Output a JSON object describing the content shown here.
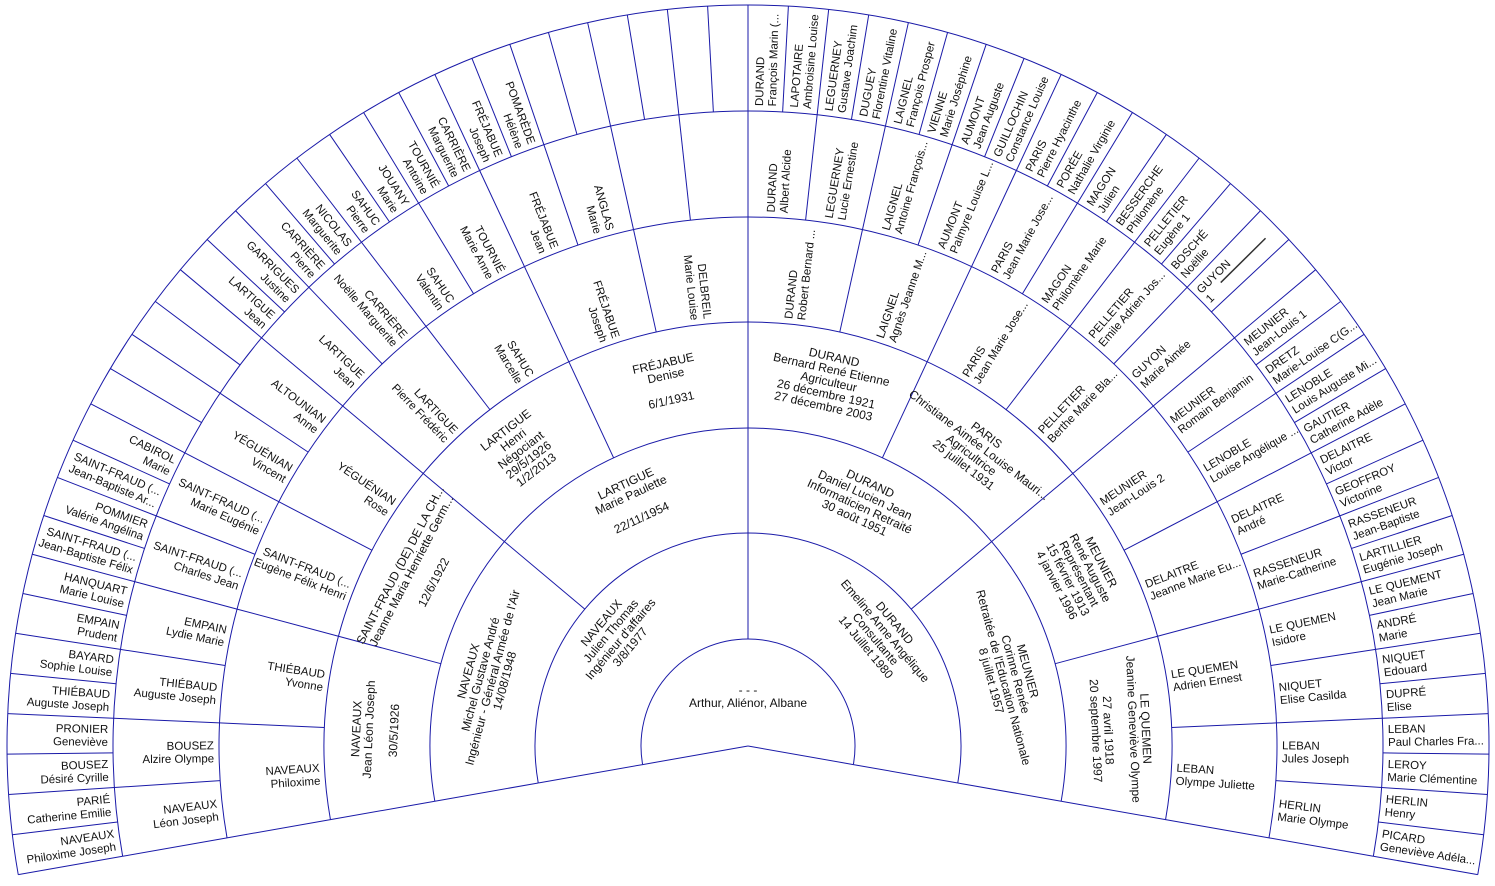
{
  "colors": {
    "lines": "#1a1aa8",
    "text": "#111111"
  },
  "center": {
    "line1": "- - -",
    "line2": "Arthur, Aliénor, Albane"
  },
  "generations": {
    "1": [
      [
        "NAVEAUX",
        "Julien Thomas",
        "Ingénieur d'affaires",
        "3/8/1977"
      ],
      [
        "DURAND",
        "Emeline Anne Angélique",
        "Consultante",
        "14 Juillet 1980"
      ]
    ],
    "2": [
      [
        "NAVEAUX",
        "Michel Gustave André",
        "Ingénieur - Général Armée de l'Air",
        "14/08/1948"
      ],
      [
        "LARTIGUE",
        "Marie Paulette",
        "",
        "22/11/1954"
      ],
      [
        "DURAND",
        "Daniel Lucien Jean",
        "Informaticien Retraité",
        "30 août 1951"
      ],
      [
        "MEUNIER",
        "Corinne Renée",
        "Retraitée de l'Education Nationale",
        "8 juillet 1957"
      ]
    ],
    "3": [
      [
        "NAVEAUX",
        "Jean Léon Joseph",
        "",
        "30/5/1926"
      ],
      [
        "SAINT-FRAUD (DE) DE LA CH...",
        "Jeanne Maria Henriette Germ...",
        "",
        "12/6/1922"
      ],
      [
        "LARTIGUE",
        "Henri",
        "Négociant",
        "29/5/1926",
        "1/2/2013"
      ],
      [
        "FRÉJABUE",
        "Denise",
        "",
        "6/1/1931"
      ],
      [
        "DURAND",
        "Bernard René Etienne",
        "Agriculteur",
        "26 décembre 1921",
        "27 décembre 2003"
      ],
      [
        "PARIS",
        "Christiane Aimée Louise Mauri...",
        "Agricultrice",
        "25 juillet 1931"
      ],
      [
        "MEUNIER",
        "René Auguste",
        "Représentant",
        "15 février 1913",
        "4 janvier 1996"
      ],
      [
        "LE QUEMEN",
        "Jeanine Geneviève Olympe",
        "",
        "27 avril 1918",
        "20 septembre 1997"
      ]
    ],
    "4": [
      [
        "NAVEAUX",
        "Philoxime"
      ],
      [
        "THIÉBAUD",
        "Yvonne"
      ],
      [
        "SAINT-FRAUD (...",
        "Eugène Félix Henri"
      ],
      [
        "YÉGUÉNIAN",
        "Rose"
      ],
      [
        "LARTIGUE",
        "Pierre Frédéric"
      ],
      [
        "SAHUC",
        "Marcelle"
      ],
      [
        "FRÉJABUE",
        "Joseph"
      ],
      [
        "DELBREIL",
        "Marie Louise"
      ],
      [
        "DURAND",
        "Robert Bernard ..."
      ],
      [
        "LAIGNEL",
        "Agnès Jeanne M..."
      ],
      [
        "PARIS",
        "Jean Marie Jose..."
      ],
      [
        "PELLETIER",
        "Berthe Marie Bla..."
      ],
      [
        "MEUNIER",
        "Jean-Louis 2"
      ],
      [
        "DELAITRE",
        "Jeanne Marie Eu..."
      ],
      [
        "LE QUEMEN",
        "Adrien Ernest"
      ],
      [
        "LEBAN",
        "Olympe Juliette"
      ]
    ],
    "5": [
      [
        "NAVEAUX",
        "Léon Joseph"
      ],
      [
        "BOUSEZ",
        "Alzire Olympe"
      ],
      [
        "THIÉBAUD",
        "Auguste Joseph"
      ],
      [
        "EMPAIN",
        "Lydie Marie"
      ],
      [
        "SAINT-FRAUD (...",
        "Charles Jean"
      ],
      [
        "SAINT-FRAUD (...",
        "Marie Eugénie"
      ],
      [
        "YÉGUÉNIAN",
        "Vincent"
      ],
      [
        "ALTOUNIAN",
        "Anne"
      ],
      [
        "LARTIGUE",
        "Jean"
      ],
      [
        "CARRIÈRE",
        "Noëlle Marguerite"
      ],
      [
        "SAHUC",
        "Valentin"
      ],
      [
        "TOURNIÉ",
        "Marie Anne"
      ],
      [
        "FRÉJABUE",
        "Jean"
      ],
      [
        "ANGLAS",
        "Marie"
      ],
      [],
      [],
      [
        "DURAND",
        "Albert Alcide"
      ],
      [
        "LEGUERNEY",
        "Lucie Ernestine"
      ],
      [
        "LAIGNEL",
        "Antoine François..."
      ],
      [
        "AUMONT",
        "Palmyre Louise L..."
      ],
      [
        "PARIS",
        "Jean Marie Jose..."
      ],
      [
        "MAGON",
        "Philomène Marie"
      ],
      [
        "PELLETIER",
        "Emile Adrien Jos..."
      ],
      [
        "GUYON",
        "Marie Aimée"
      ],
      [
        "MEUNIER",
        "Romain Benjamin"
      ],
      [
        "LENOBLE",
        "Louise Angélique ..."
      ],
      [
        "DELAITRE",
        "André"
      ],
      [
        "RASSENEUR",
        "Marie-Catherine"
      ],
      [
        "LE QUEMEN",
        "Isidore"
      ],
      [
        "NIQUET",
        "Elise Casilda"
      ],
      [
        "LEBAN",
        "Jules Joseph"
      ],
      [
        "HERLIN",
        "Marie Olympe"
      ]
    ],
    "6": [
      [
        "NAVEAUX",
        "Philoxime Joseph"
      ],
      [
        "PARIÉ",
        "Catherine Emilie"
      ],
      [
        "BOUSEZ",
        "Désiré Cyrille"
      ],
      [
        "PRONIER",
        "Geneviève"
      ],
      [
        "THIÉBAUD",
        "Auguste Joseph"
      ],
      [
        "BAYARD",
        "Sophie Louise"
      ],
      [
        "EMPAIN",
        "Prudent"
      ],
      [
        "HANQUART",
        "Marie Louise"
      ],
      [
        "SAINT-FRAUD (...",
        "Jean-Baptiste Félix"
      ],
      [
        "POMMIER",
        "Valérie Angélina"
      ],
      [
        "SAINT-FRAUD (...",
        "Jean-Baptiste Ar..."
      ],
      [
        "CABIROL",
        "Marie"
      ],
      [],
      [],
      [],
      [],
      [
        "LARTIGUE",
        "Jean"
      ],
      [
        "GARRIGUES",
        "Justine"
      ],
      [
        "CARRIÈRE",
        "Pierre"
      ],
      [
        "NICOLAS",
        "Marguerite"
      ],
      [
        "SAHUC",
        "Pierre"
      ],
      [
        "JOUANY",
        "Marie"
      ],
      [
        "TOURNIÉ",
        "Antoine"
      ],
      [
        "CARRIÈRE",
        "Marguerite"
      ],
      [
        "FRÉJABUE",
        "Joseph"
      ],
      [
        "POMARÈDE",
        "Hélène"
      ],
      [],
      [],
      [],
      [],
      [],
      [],
      [
        "DURAND",
        "François Marin (..."
      ],
      [
        "LAPOTAIRE",
        "Ambroisine Louise"
      ],
      [
        "LEGUERNEY",
        "Gustave Joachim"
      ],
      [
        "DUGUEY",
        "Florentine Vitaline"
      ],
      [
        "LAIGNEL",
        "François Prosper"
      ],
      [
        "VIENNE",
        "Marie Joséphine"
      ],
      [
        "AUMONT",
        "Jean Auguste"
      ],
      [
        "GUILLOCHIN",
        "Constance Louise"
      ],
      [
        "PARIS",
        "Pierre Hyacinthe"
      ],
      [
        "PORÉE",
        "Nathalie Virginie"
      ],
      [
        "MAGON",
        "Julien"
      ],
      [
        "BESSERCHE",
        "Philomène"
      ],
      [
        "PELLETIER",
        "Eugène 1"
      ],
      [
        "BOSCHÉ",
        "Noëllie"
      ],
      [
        "GUYON",
        "1"
      ],
      [],
      [
        "MEUNIER",
        "Jean-Louis 1"
      ],
      [
        "DRETZ",
        "Marie-Louise C(G..."
      ],
      [
        "LENOBLE",
        "Louis Auguste Mi..."
      ],
      [
        "GAUTIER",
        "Catherine Adèle"
      ],
      [
        "DELAITRE",
        "Victor"
      ],
      [
        "GEOFFROY",
        "Victorine"
      ],
      [
        "RASSENEUR",
        "Jean-Baptiste"
      ],
      [
        "LARTILLIER",
        "Eugénie Joseph"
      ],
      [
        "LE QUEMENT",
        "Jean Marie"
      ],
      [
        "ANDRÉ",
        "Marie"
      ],
      [
        "NIQUET",
        "Edouard"
      ],
      [
        "DUPRÉ",
        "Elise"
      ],
      [
        "LEBAN",
        "Paul Charles Fra..."
      ],
      [
        "LEROY",
        "Marie Clémentine"
      ],
      [
        "HERLIN",
        "Henry"
      ],
      [
        "PICARD",
        "Geneviève Adéla..."
      ]
    ]
  }
}
